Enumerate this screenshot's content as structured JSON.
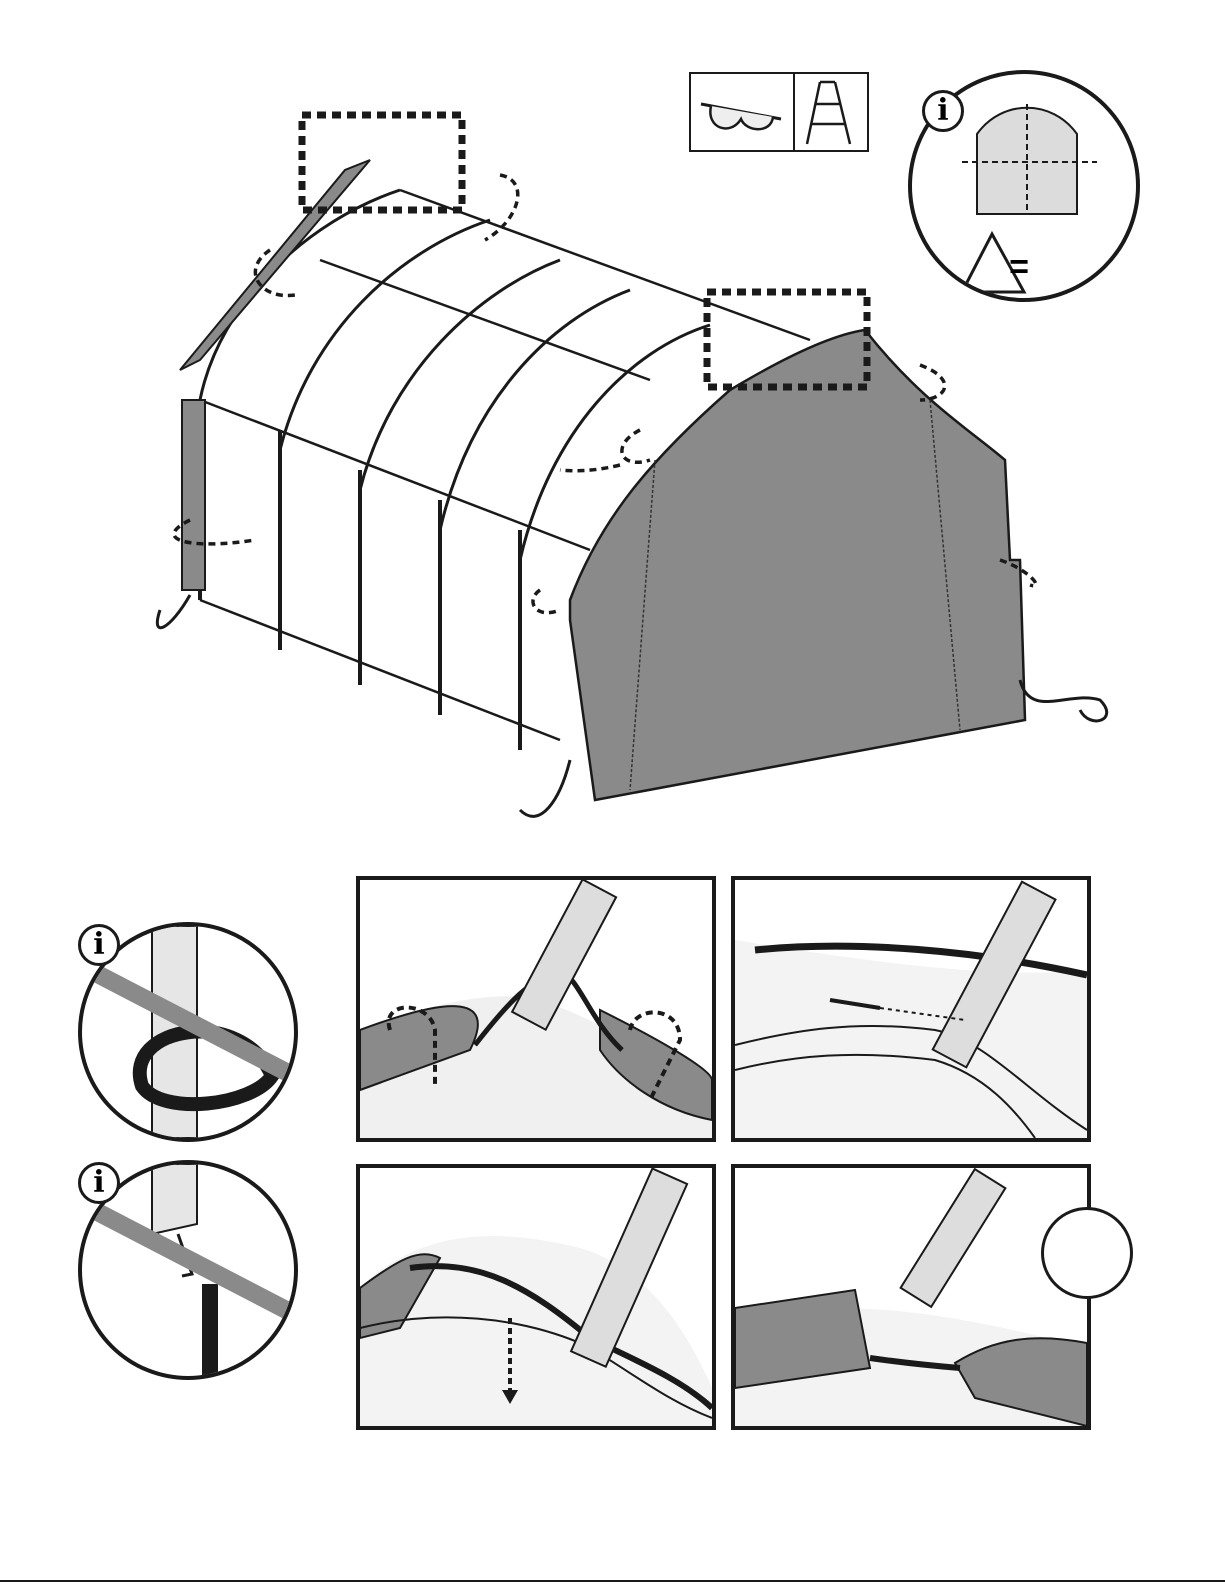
{
  "page": {
    "type": "assembly-instruction-page",
    "background": "#ffffff",
    "ink": "#1a1a1a",
    "fabric_gray": "#8a8a8a",
    "fabric_light": "#d8d8d8"
  },
  "tools": [
    {
      "icon": "safety-glasses-icon"
    },
    {
      "icon": "step-ladder-icon"
    }
  ],
  "info_badges": [
    {
      "letter": "i",
      "icon": "info-icon"
    },
    {
      "letter": "i",
      "icon": "info-icon"
    },
    {
      "letter": "i",
      "icon": "info-icon"
    }
  ],
  "equal_sign": "=",
  "detail_panels": [
    {
      "icon": "fabric-wrap-detail"
    },
    {
      "icon": "pin-insert-detail"
    },
    {
      "icon": "cable-route-detail"
    },
    {
      "icon": "finished-joint-detail"
    }
  ]
}
